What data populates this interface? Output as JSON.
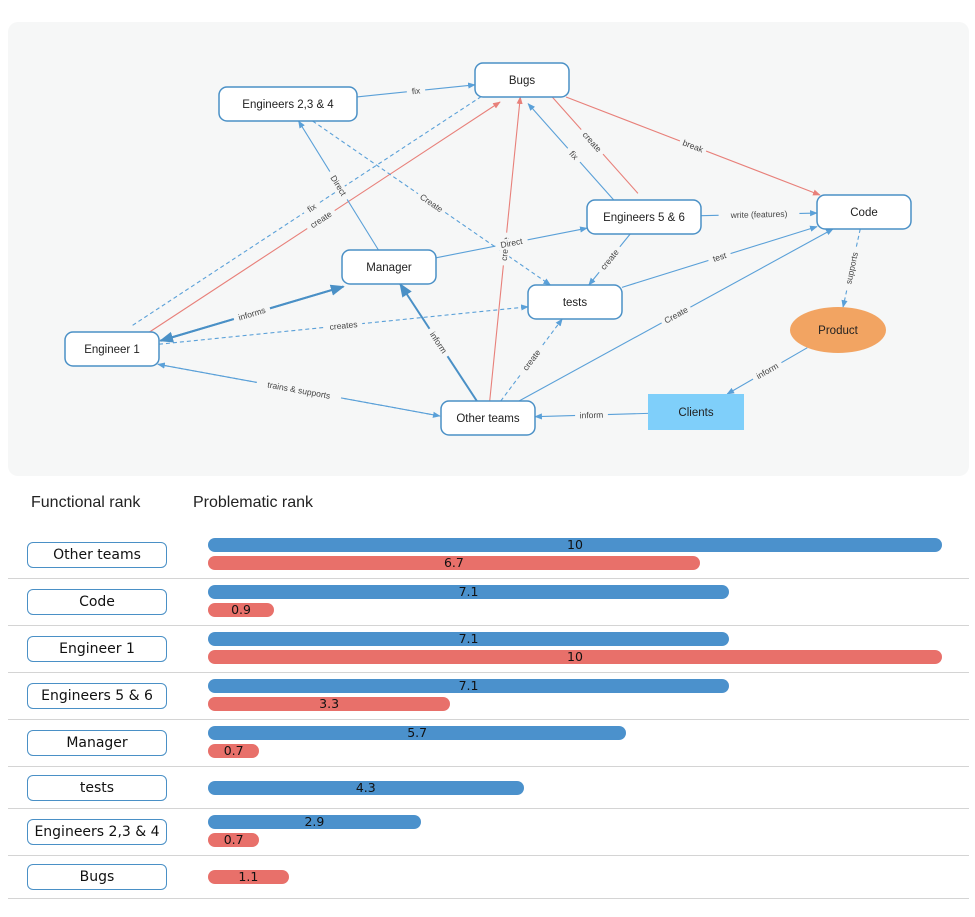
{
  "diagram": {
    "nodes": [
      {
        "id": "bugs",
        "label": "Bugs",
        "shape": "rounded-rect"
      },
      {
        "id": "eng234",
        "label": "Engineers 2,3 & 4",
        "shape": "rounded-rect"
      },
      {
        "id": "eng56",
        "label": "Engineers 5 & 6",
        "shape": "rounded-rect"
      },
      {
        "id": "code",
        "label": "Code",
        "shape": "rounded-rect"
      },
      {
        "id": "manager",
        "label": "Manager",
        "shape": "rounded-rect"
      },
      {
        "id": "tests",
        "label": "tests",
        "shape": "rounded-rect"
      },
      {
        "id": "eng1",
        "label": "Engineer 1",
        "shape": "rounded-rect"
      },
      {
        "id": "product",
        "label": "Product",
        "shape": "ellipse",
        "color": "#f2a462"
      },
      {
        "id": "others",
        "label": "Other teams",
        "shape": "rounded-rect"
      },
      {
        "id": "clients",
        "label": "Clients",
        "shape": "rect",
        "color": "#7fcffa"
      }
    ],
    "edges": [
      {
        "from": "eng234",
        "to": "bugs",
        "label": "fix",
        "style": "solid",
        "color": "#5aa0d8"
      },
      {
        "from": "eng1",
        "to": "bugs",
        "label": "fix",
        "style": "dashed",
        "color": "#5aa0d8"
      },
      {
        "from": "eng1",
        "to": "bugs",
        "label": "create",
        "style": "solid",
        "color": "#e8807a"
      },
      {
        "from": "others",
        "to": "bugs",
        "label": "create",
        "style": "solid",
        "color": "#e8807a"
      },
      {
        "from": "eng56",
        "to": "bugs",
        "label": "fix",
        "style": "solid",
        "color": "#5aa0d8"
      },
      {
        "from": "eng56",
        "to": "bugs",
        "label": "create",
        "style": "solid",
        "color": "#e8807a"
      },
      {
        "from": "bugs",
        "to": "code",
        "label": "break",
        "style": "solid",
        "color": "#e8807a"
      },
      {
        "from": "manager",
        "to": "eng234",
        "label": "Direct",
        "style": "solid",
        "color": "#5aa0d8"
      },
      {
        "from": "eng234",
        "to": "tests",
        "label": "Create",
        "style": "dashed",
        "color": "#5aa0d8"
      },
      {
        "from": "manager",
        "to": "eng56",
        "label": "Direct",
        "style": "solid",
        "color": "#5aa0d8"
      },
      {
        "from": "eng56",
        "to": "code",
        "label": "write (features)",
        "style": "solid",
        "color": "#5aa0d8"
      },
      {
        "from": "eng56",
        "to": "tests",
        "label": "create",
        "style": "solid",
        "color": "#5aa0d8"
      },
      {
        "from": "tests",
        "to": "code",
        "label": "test",
        "style": "solid",
        "color": "#5aa0d8"
      },
      {
        "from": "code",
        "to": "product",
        "label": "supports",
        "style": "dashed",
        "color": "#5aa0d8"
      },
      {
        "from": "product",
        "to": "clients",
        "label": "inform",
        "style": "solid",
        "color": "#5aa0d8"
      },
      {
        "from": "clients",
        "to": "others",
        "label": "inform",
        "style": "solid",
        "color": "#5aa0d8"
      },
      {
        "from": "others",
        "to": "code",
        "label": "Create",
        "style": "solid",
        "color": "#5aa0d8"
      },
      {
        "from": "others",
        "to": "tests",
        "label": "create",
        "style": "dashed",
        "color": "#5aa0d8"
      },
      {
        "from": "others",
        "to": "manager",
        "label": "inform",
        "style": "solid",
        "color": "#4a90c6"
      },
      {
        "from": "others",
        "to": "eng1",
        "label": "inform",
        "style": "solid",
        "color": "#5aa0d8"
      },
      {
        "from": "eng1",
        "to": "others",
        "label": "trains & supports",
        "style": "dashed",
        "color": "#5aa0d8"
      },
      {
        "from": "manager",
        "to": "eng1",
        "label": "Direct",
        "style": "solid",
        "color": "#4a90c6"
      },
      {
        "from": "eng1",
        "to": "manager",
        "label": "informs",
        "style": "solid",
        "color": "#4a90c6"
      },
      {
        "from": "eng1",
        "to": "tests",
        "label": "creates",
        "style": "dashed",
        "color": "#5aa0d8"
      }
    ]
  },
  "ranking": {
    "headers": {
      "functional": "Functional rank",
      "problematic": "Problematic rank"
    },
    "max_value": 10,
    "colors": {
      "functional": "#4b91cc",
      "problematic": "#e8706a"
    },
    "rows": [
      {
        "name": "Other teams",
        "functional": 10,
        "problematic": 6.7
      },
      {
        "name": "Code",
        "functional": 7.1,
        "problematic": 0.9
      },
      {
        "name": "Engineer 1",
        "functional": 7.1,
        "problematic": 10
      },
      {
        "name": "Engineers 5 & 6",
        "functional": 7.1,
        "problematic": 3.3
      },
      {
        "name": "Manager",
        "functional": 5.7,
        "problematic": 0.7
      },
      {
        "name": "tests",
        "functional": 4.3,
        "problematic": null
      },
      {
        "name": "Engineers 2,3 & 4",
        "functional": 2.9,
        "problematic": 0.7
      },
      {
        "name": "Bugs",
        "functional": null,
        "problematic": 1.1
      }
    ]
  }
}
